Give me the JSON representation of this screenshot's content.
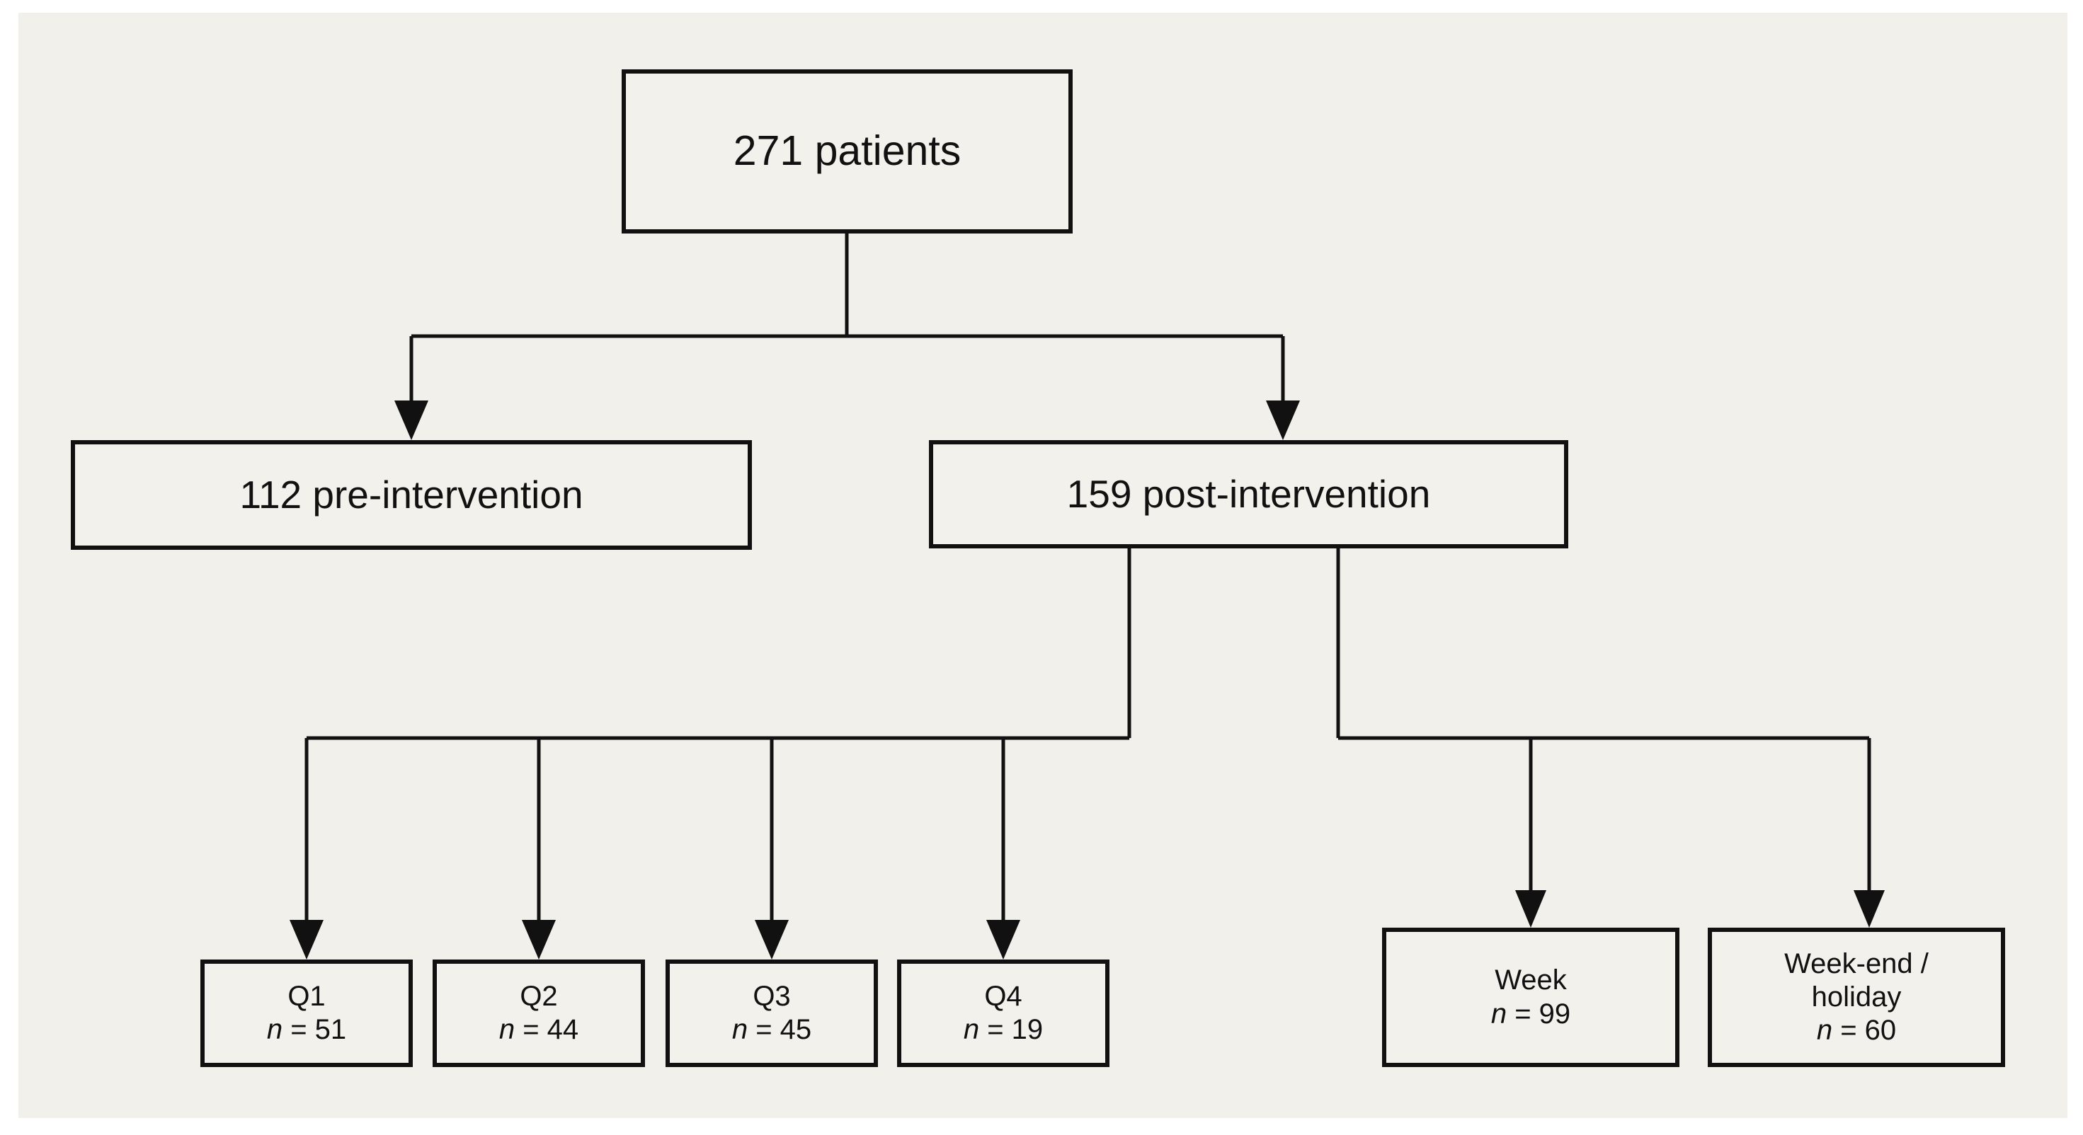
{
  "figure": {
    "type": "flowchart",
    "background_color": "#f1f0ea",
    "border_color": "#111111",
    "text_color": "#111111",
    "orientation": "top-down"
  },
  "nodes": {
    "root": {
      "id": "root",
      "label": "271 patients",
      "count": 271,
      "level": 1
    },
    "pre": {
      "id": "pre",
      "label": "112 pre-intervention",
      "count": 112,
      "level": 2
    },
    "post": {
      "id": "post",
      "label": "159 post-intervention",
      "count": 159,
      "level": 2
    },
    "q1": {
      "id": "q1",
      "label": "Q1",
      "n_prefix": "n",
      "n_eq": "=",
      "n_value": "51",
      "level": 3
    },
    "q2": {
      "id": "q2",
      "label": "Q2",
      "n_prefix": "n",
      "n_eq": "=",
      "n_value": "44",
      "level": 3
    },
    "q3": {
      "id": "q3",
      "label": "Q3",
      "n_prefix": "n",
      "n_eq": "=",
      "n_value": "45",
      "level": 3
    },
    "q4": {
      "id": "q4",
      "label": "Q4",
      "n_prefix": "n",
      "n_eq": "=",
      "n_value": "19",
      "level": 3
    },
    "week": {
      "id": "week",
      "label_line1": "Week",
      "label_line2": "",
      "n_prefix": "n",
      "n_eq": "=",
      "n_value": "99",
      "level": 3
    },
    "weekend": {
      "id": "weekend",
      "label_line1": "Week-end /",
      "label_line2": "holiday",
      "n_prefix": "n",
      "n_eq": "=",
      "n_value": "60",
      "level": 3
    }
  },
  "edges": [
    {
      "from": "root",
      "to": "pre",
      "arrow": true
    },
    {
      "from": "root",
      "to": "post",
      "arrow": true
    },
    {
      "from": "post",
      "to": "q1",
      "arrow": true
    },
    {
      "from": "post",
      "to": "q2",
      "arrow": true
    },
    {
      "from": "post",
      "to": "q3",
      "arrow": true
    },
    {
      "from": "post",
      "to": "q4",
      "arrow": true
    },
    {
      "from": "post",
      "to": "week",
      "arrow": true
    },
    {
      "from": "post",
      "to": "weekend",
      "arrow": true
    }
  ],
  "chart_data": {
    "type": "table",
    "title": "Patient flow diagram",
    "categories": [
      "271 patients",
      "112 pre-intervention",
      "159 post-intervention",
      "Q1",
      "Q2",
      "Q3",
      "Q4",
      "Week",
      "Week-end / holiday"
    ],
    "values": [
      271,
      112,
      159,
      51,
      44,
      45,
      19,
      99,
      60
    ]
  }
}
